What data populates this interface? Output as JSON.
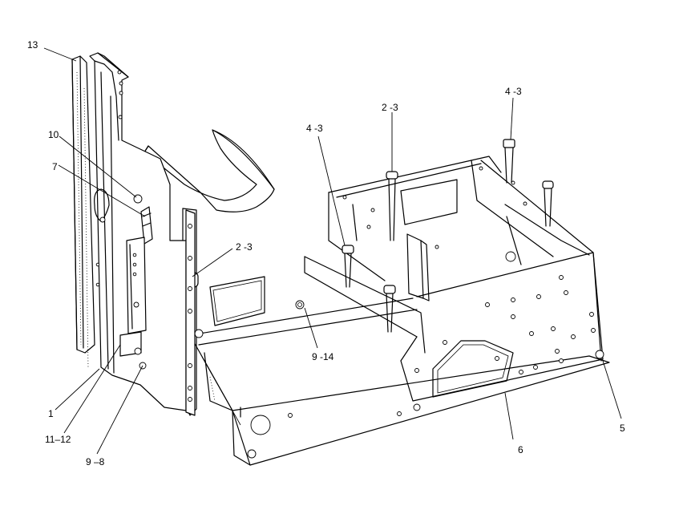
{
  "callouts": {
    "c13": "13",
    "c10": "10",
    "c7": "7",
    "c2_3_top": "2 -3",
    "c4_3_right": "4 -3",
    "c4_3_mid": "4 -3",
    "c2_3_mid": "2 -3",
    "c9_14": "9 -14",
    "c1": "1",
    "c11_12": "11–12",
    "c9_8": "9 –8",
    "c5": "5",
    "c6": "6"
  }
}
